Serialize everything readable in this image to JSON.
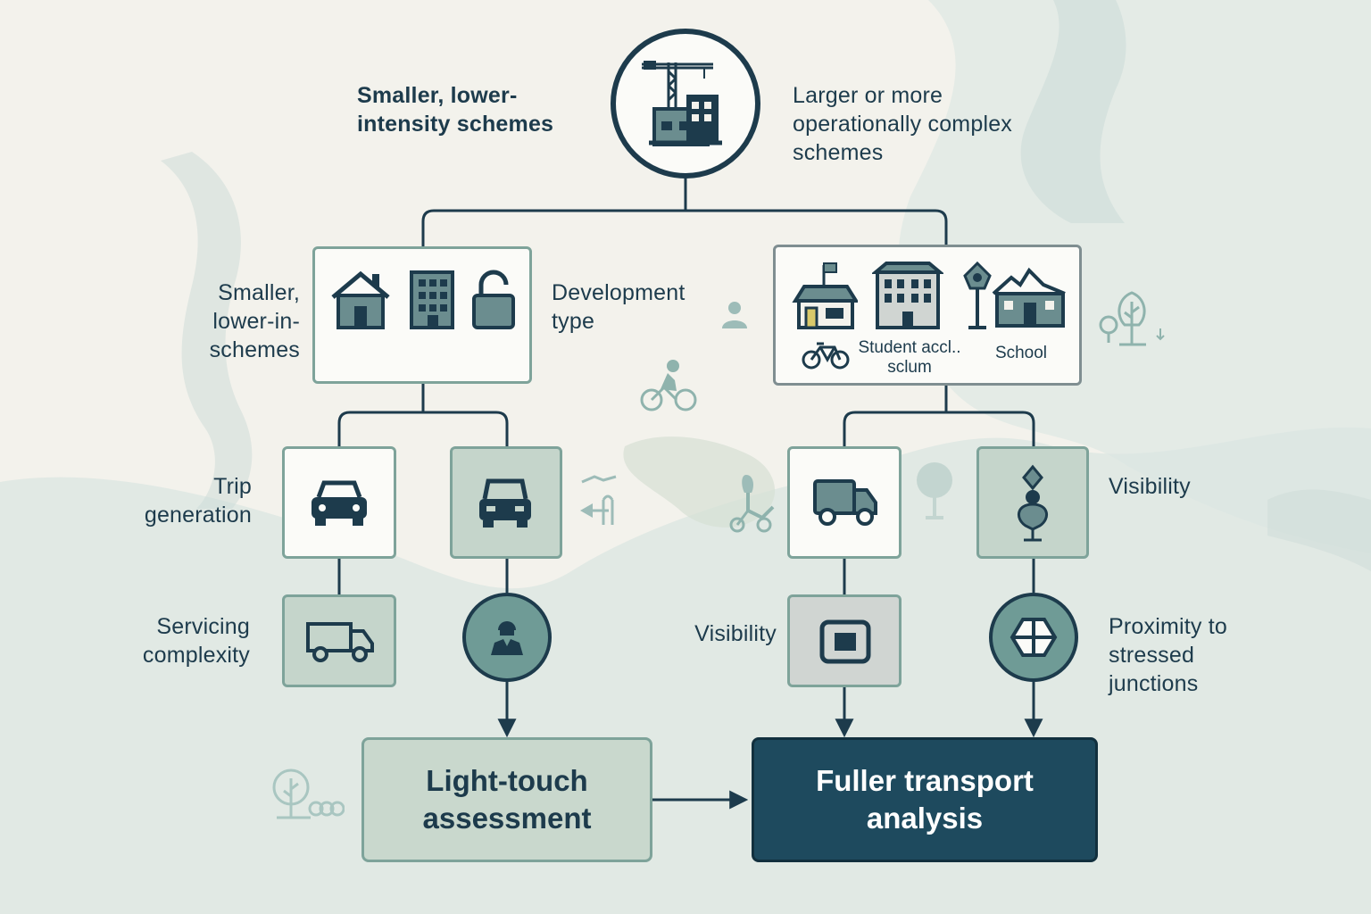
{
  "top": {
    "left_label": "Smaller, lower-intensity schemes",
    "right_label": "Larger or more operationally complex schemes",
    "node_icon": "construction-crane-building-icon"
  },
  "left_group": {
    "side_label": "Smaller, lower-in-schemes",
    "type_label": "Development type",
    "icons": [
      "house-icon",
      "apartment-block-icon",
      "lock-icon"
    ]
  },
  "right_group": {
    "icons": [
      "shop-with-flag-icon",
      "student-accommodation-icon",
      "tree-sign-icon",
      "school-icon",
      "bicycle-icon"
    ],
    "student_label": "Student accl.. sclum",
    "school_label": "School"
  },
  "criteria": {
    "trip_generation": "Trip generation",
    "servicing_complexity": "Servicing complexity",
    "visibility_left": "Visibility",
    "visibility_right": "Visibility",
    "proximity": "Proximity to stressed junctions"
  },
  "criteria_icons": [
    "car-icon",
    "vehicle-front-icon",
    "delivery-van-icon",
    "person-icon",
    "truck-icon",
    "flower-icon",
    "square-stop-icon",
    "junction-icon"
  ],
  "decorative_icons": [
    "person-icon",
    "cyclist-icon",
    "tree-icon",
    "tree-cart-icon",
    "scooter-icon",
    "parking-sign-icon"
  ],
  "outcomes": {
    "light": "Light-touch assessment",
    "full": "Fuller transport analysis"
  },
  "colors": {
    "navy": "#1d3b4c",
    "teal_border": "#7ea39a",
    "tint_fill": "#c5d5cb",
    "light_outcome": "#c9d8cd",
    "full_outcome": "#1e4a5e"
  }
}
